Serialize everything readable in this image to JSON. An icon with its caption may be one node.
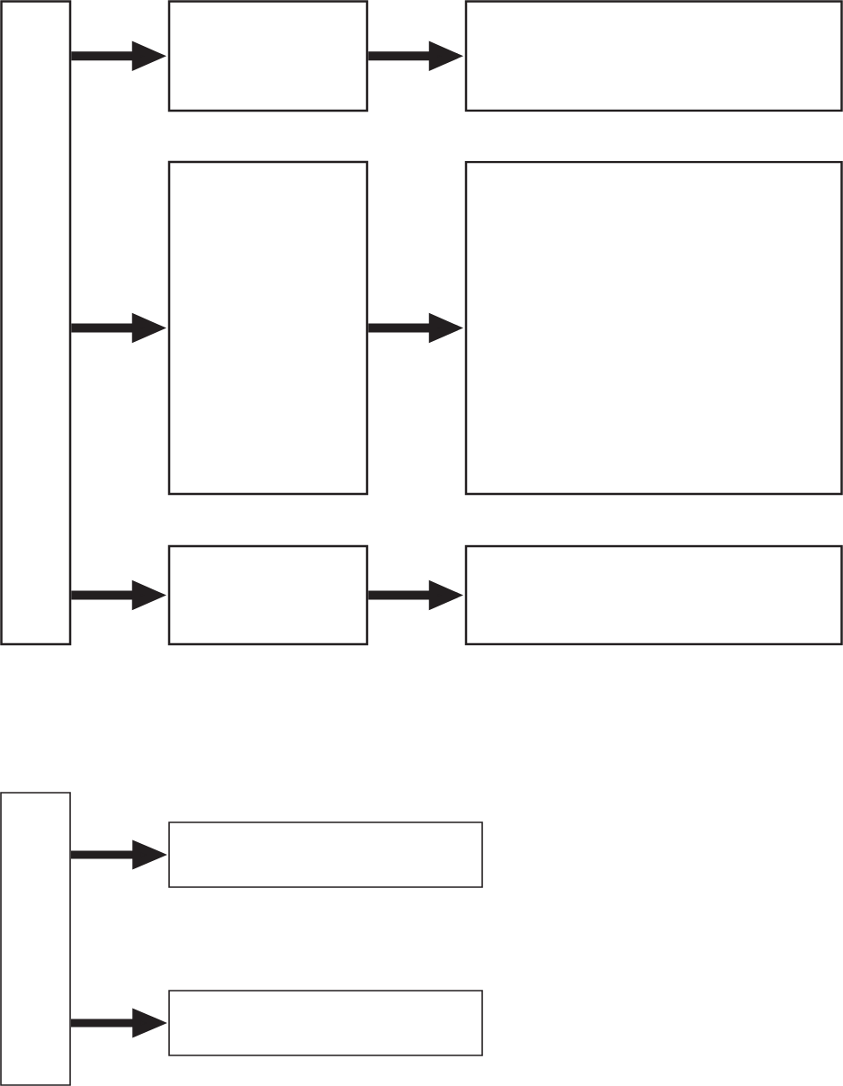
{
  "diagram": {
    "nodes": [
      {
        "text": [],
        "shape": "box"
      },
      {
        "text": [],
        "shape": "box"
      },
      {
        "text": [],
        "shape": "box"
      },
      {
        "text": [],
        "shape": "box"
      },
      {
        "text": [],
        "shape": "box"
      },
      {
        "text": [],
        "shape": "box"
      },
      {
        "text": [],
        "shape": "box"
      },
      {
        "text": [],
        "shape": "box"
      },
      {
        "text": [],
        "shape": "box"
      },
      {
        "text": [],
        "shape": "box"
      }
    ],
    "edges": [
      {
        "from": 0,
        "to": 1,
        "arrow": "to"
      },
      {
        "from": 1,
        "to": 2,
        "arrow": "to"
      },
      {
        "from": 0,
        "to": 3,
        "arrow": "to"
      },
      {
        "from": 3,
        "to": 4,
        "arrow": "to"
      },
      {
        "from": 0,
        "to": 5,
        "arrow": "to"
      },
      {
        "from": 5,
        "to": 6,
        "arrow": "to"
      },
      {
        "from": 7,
        "to": 8,
        "arrow": "to"
      },
      {
        "from": 7,
        "to": 9,
        "arrow": "to"
      }
    ]
  }
}
